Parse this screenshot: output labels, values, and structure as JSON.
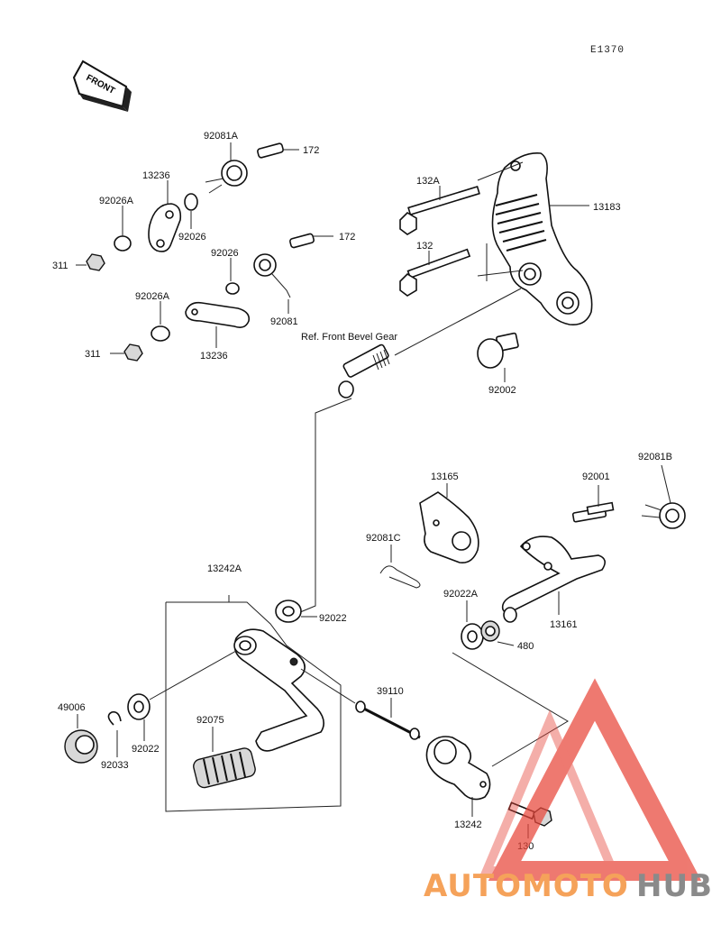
{
  "diagram_code": "E1370",
  "front_label": "FRONT",
  "reference_label": "Ref. Front Bevel Gear",
  "parts": {
    "p92081A": "92081A",
    "p172a": "172",
    "p13236a": "13236",
    "p92026Aa": "92026A",
    "p92026a": "92026",
    "p311a": "311",
    "p172b": "172",
    "p92026b": "92026",
    "p92026Ab": "92026A",
    "p92081": "92081",
    "p311b": "311",
    "p13236b": "13236",
    "p132A": "132A",
    "p132": "132",
    "p13183": "13183",
    "p92002": "92002",
    "p13165": "13165",
    "p92001": "92001",
    "p92081B": "92081B",
    "p92081C": "92081C",
    "p92022A": "92022A",
    "p13161": "13161",
    "p480": "480",
    "p13242A": "13242A",
    "p92022a": "92022",
    "p39110": "39110",
    "p49006": "49006",
    "p92075": "92075",
    "p92022b": "92022",
    "p92033": "92033",
    "p13242": "13242",
    "p130": "130"
  },
  "watermark": {
    "part1": "AUTOMOTO",
    "part2": "HUB"
  },
  "colors": {
    "watermark_orange": "#f5a25a",
    "watermark_red": "#e8463a",
    "watermark_gray": "#8a8a8a",
    "ink": "#111111"
  }
}
